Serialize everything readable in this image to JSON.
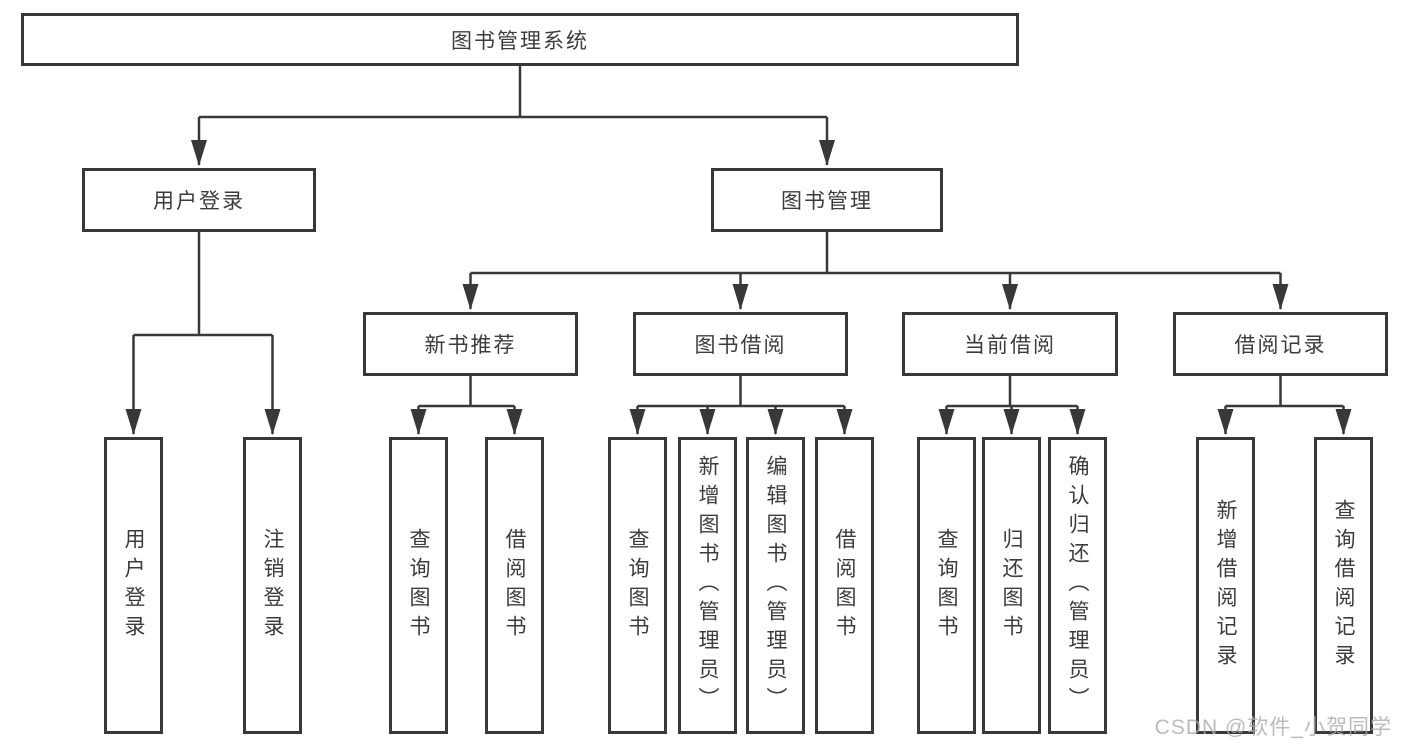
{
  "tree": {
    "label": "图书管理系统",
    "children": [
      {
        "label": "用户登录",
        "children": [
          {
            "label": "用户登录"
          },
          {
            "label": "注销登录"
          }
        ]
      },
      {
        "label": "图书管理",
        "children": [
          {
            "label": "新书推荐",
            "children": [
              {
                "label": "查询图书"
              },
              {
                "label": "借阅图书"
              }
            ]
          },
          {
            "label": "图书借阅",
            "children": [
              {
                "label": "查询图书"
              },
              {
                "label": "新增图书（管理员）"
              },
              {
                "label": "编辑图书（管理员）"
              },
              {
                "label": "借阅图书"
              }
            ]
          },
          {
            "label": "当前借阅",
            "children": [
              {
                "label": "查询图书"
              },
              {
                "label": "归还图书"
              },
              {
                "label": "确认归还（管理员）"
              }
            ]
          },
          {
            "label": "借阅记录",
            "children": [
              {
                "label": "新增借阅记录"
              },
              {
                "label": "查询借阅记录"
              }
            ]
          }
        ]
      }
    ]
  },
  "watermark": "CSDN @软件_小贺同学",
  "colors": {
    "line": "#383838",
    "text": "#3c3c3c",
    "watermark": "#ababab",
    "background": "#ffffff"
  }
}
